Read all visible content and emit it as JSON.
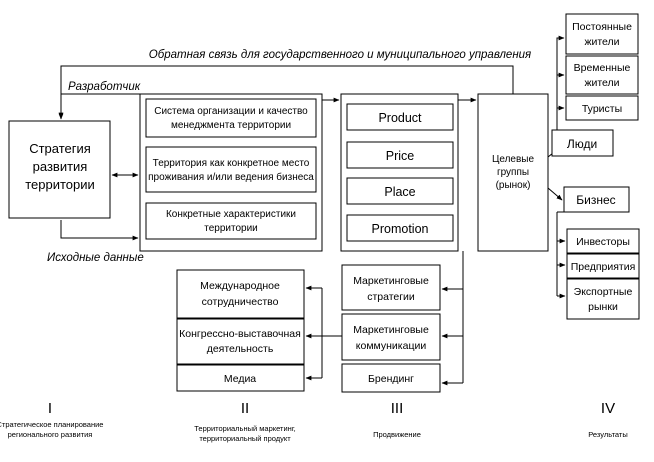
{
  "feedback_label": "Обратная связь для государственного и муниципального управления",
  "developer_label": "Разработчик",
  "input_label": "Исходные данные",
  "strategy": [
    "Стратегия",
    "развития",
    "территории"
  ],
  "territory": {
    "system_quality": [
      "Система организации и качество",
      "менеджмента территории"
    ],
    "place_to_live": [
      "Территория как конкретное место",
      "проживания и/или ведения бизнеса"
    ],
    "characteristics": [
      "Конкретные характеристики",
      "территории"
    ]
  },
  "mix": [
    "Product",
    "Price",
    "Place",
    "Promotion"
  ],
  "target_groups": [
    "Целевые",
    "группы",
    "(рынок)"
  ],
  "people": {
    "label": "Люди",
    "items": [
      [
        "Постоянные",
        "жители"
      ],
      [
        "Временные",
        "жители"
      ],
      [
        "Туристы"
      ]
    ]
  },
  "business": {
    "label": "Бизнес",
    "items": [
      [
        "Инвесторы"
      ],
      [
        "Предприятия"
      ],
      [
        "Экспортные",
        "рынки"
      ]
    ]
  },
  "promotion_tools": [
    [
      "Маркетинговые",
      "стратегии"
    ],
    [
      "Маркетинговые",
      "коммуникации"
    ],
    [
      "Брендинг"
    ]
  ],
  "activities": [
    [
      "Международное",
      "сотрудничество"
    ],
    [
      "Конгрессно-выставочная",
      "деятельность"
    ],
    [
      "Медиа"
    ]
  ],
  "stages": [
    {
      "numeral": "I",
      "caption": [
        "Стратегическое планирование",
        "регионального развития"
      ]
    },
    {
      "numeral": "II",
      "caption": [
        "Территориальный маркетинг,",
        "территориальный продукт"
      ]
    },
    {
      "numeral": "III",
      "caption": [
        "Продвижение"
      ]
    },
    {
      "numeral": "IV",
      "caption": [
        "Результаты"
      ]
    }
  ]
}
